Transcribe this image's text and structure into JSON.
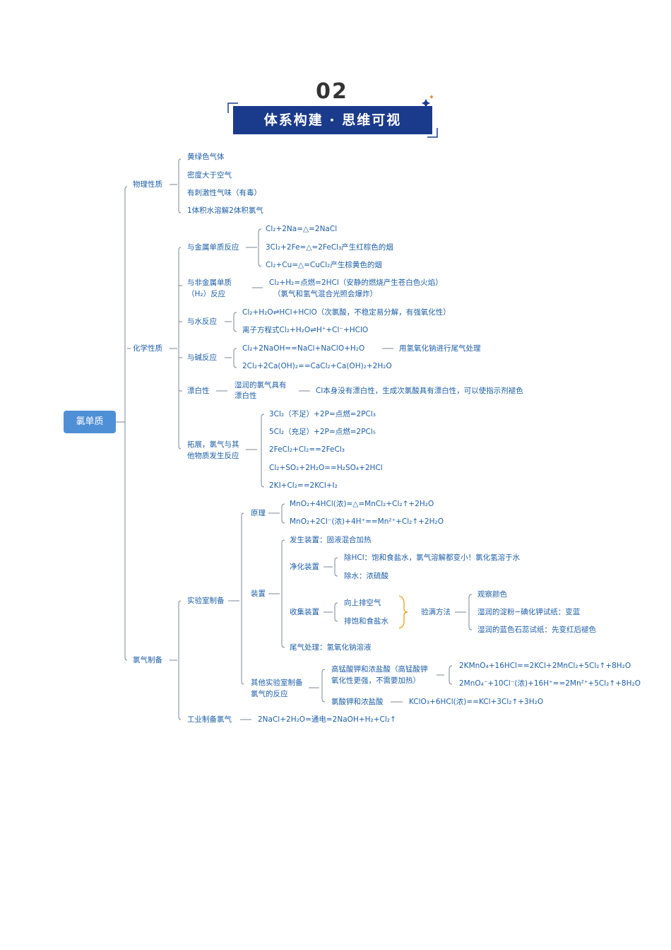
{
  "header": {
    "section_number": "02",
    "title": "体系构建 · 思维可视"
  },
  "mindmap": {
    "root": "氯单质",
    "physical": {
      "label": "物理性质",
      "items": [
        "黄绿色气体",
        "密度大于空气",
        "有刺激性气味（有毒）",
        "1体积水溶解2体积氯气"
      ]
    },
    "chemical": {
      "label": "化学性质",
      "metal": {
        "label": "与金属单质反应",
        "items": [
          "Cl₂+2Na=△=2NaCl",
          "3Cl₂+2Fe=△=2FeCl₃产生红棕色的烟",
          "Cl₂+Cu=△=CuCl₂产生棕黄色的烟"
        ]
      },
      "nonmetal": {
        "label_1": "与非金属单质",
        "label_2": "（H₂）反应",
        "line_1": "Cl₂+H₂=点燃=2HCl（安静的燃烧产生苍白色火焰）",
        "line_2": "（氯气和氢气混合光照会爆炸）"
      },
      "water": {
        "label": "与水反应",
        "items": [
          "Cl₂+H₂O⇌HCl+HClO（次氯酸，不稳定易分解，有强氧化性）",
          "离子方程式Cl₂+H₂O⇌H⁺+Cl⁻+HClO"
        ]
      },
      "alkali": {
        "label": "与碱反应",
        "items": [
          "Cl₂+2NaOH==NaCl+NaClO+H₂O",
          "2Cl₂+2Ca(OH)₂==CaCl₂+Ca(OH)₂+2H₂O"
        ],
        "note": "用氢氧化钠进行尾气处理"
      },
      "bleach": {
        "label": "漂白性",
        "sub_1": "湿润的氯气具有",
        "sub_2": "漂白性",
        "note": "Cl本身没有漂白性，生成次氯酸具有漂白性，可以使指示剂褪色"
      },
      "extend": {
        "label_1": "拓展，氯气与其",
        "label_2": "他物质发生反应",
        "items": [
          "3Cl₂（不足）+2P=点燃=2PCl₃",
          "5Cl₂（充足）+2P=点燃=2PCl₅",
          "2FeCl₂+Cl₂==2FeCl₃",
          "Cl₂+SO₂+2H₂O==H₂SO₄+2HCl",
          "2KI+Cl₂==2KCl+I₂"
        ]
      }
    },
    "preparation": {
      "label": "氯气制备",
      "lab": {
        "label": "实验室制备",
        "principle": {
          "label": "原理",
          "items": [
            "MnO₂+4HCl(浓)=△=MnCl₂+Cl₂↑+2H₂O",
            "MnO₂+2Cl⁻(浓)+4H⁺==Mn²⁺+Cl₂↑+2H₂O"
          ]
        },
        "apparatus": {
          "label": "装置",
          "generator": "发生装置：固液混合加热",
          "purify": {
            "label": "净化装置",
            "items": [
              "除HCl：饱和食盐水，氯气溶解都变小！氯化氢溶于水",
              "除水：浓硫酸"
            ]
          },
          "collect": {
            "label": "收集装置",
            "items": [
              "向上排空气",
              "排饱和食盐水"
            ],
            "check_label": "验满方法",
            "checks": [
              "观察颜色",
              "湿润的淀粉−碘化钾试纸：变蓝",
              "湿润的蓝色石蕊试纸：先变红后褪色"
            ]
          },
          "tail": "尾气处理：氢氧化钠溶液"
        }
      },
      "other": {
        "label_1": "其他实验室制备",
        "label_2": "氯气的反应",
        "kmno4": {
          "label_1": "高锰酸钾和浓盐酸（高锰酸钾",
          "label_2": "氧化性更强，不需要加热）",
          "items": [
            "2KMnO₄+16HCl==2KCl+2MnCl₂+5Cl₂↑+8H₂O",
            "2MnO₄⁻+10Cl⁻(浓)+16H⁺==2Mn²⁺+5Cl₂↑+8H₂O"
          ]
        },
        "kclo3": {
          "label": "氯酸钾和浓盐酸",
          "equation": "KClO₃+6HCl(浓)==KCl+3Cl₂↑+3H₂O"
        }
      },
      "industrial": {
        "label": "工业制备氯气",
        "equation": "2NaCl+2H₂O=通电=2NaOH+H₂+Cl₂↑"
      }
    }
  }
}
